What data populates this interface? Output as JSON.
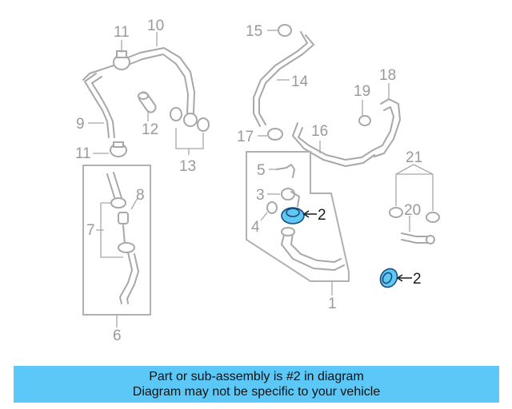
{
  "diagram": {
    "callouts": {
      "c1": "1",
      "c2a": "2",
      "c2b": "2",
      "c3": "3",
      "c4": "4",
      "c5": "5",
      "c6": "6",
      "c7": "7",
      "c8": "8",
      "c9": "9",
      "c10": "10",
      "c11a": "11",
      "c11b": "11",
      "c12": "12",
      "c13": "13",
      "c14": "14",
      "c15": "15",
      "c16": "16",
      "c17": "17",
      "c18": "18",
      "c19": "19",
      "c20": "20",
      "c21": "21"
    },
    "colors": {
      "highlight": "#5fc8f4",
      "banner": "#5bc8f7",
      "line": "#a8a8a8"
    }
  },
  "banner": {
    "line1": "Part or sub-assembly is #2 in diagram",
    "line2": "Diagram may not be specific to your vehicle"
  }
}
